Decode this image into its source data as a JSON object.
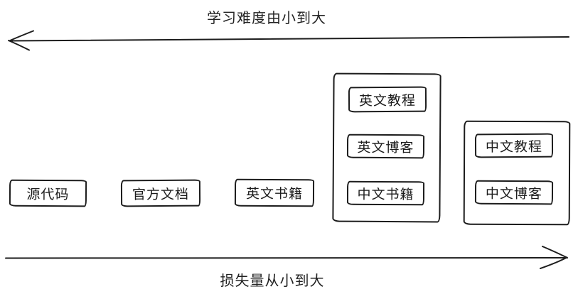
{
  "diagram": {
    "top_axis": {
      "label": "学习难度由小到大",
      "direction": "left"
    },
    "bottom_axis": {
      "label": "损失量从小到大",
      "direction": "right"
    },
    "standalone_boxes": [
      {
        "label": "源代码"
      },
      {
        "label": "官方文档"
      },
      {
        "label": "英文书籍"
      }
    ],
    "groups": [
      {
        "name": "group-english-and-chinese-books",
        "boxes": [
          {
            "label": "英文教程"
          },
          {
            "label": "英文博客"
          },
          {
            "label": "中文书籍"
          }
        ]
      },
      {
        "name": "group-chinese",
        "boxes": [
          {
            "label": "中文教程"
          },
          {
            "label": "中文博客"
          }
        ]
      }
    ],
    "colors": {
      "stroke": "#1c1c1c",
      "background": "#ffffff"
    }
  }
}
